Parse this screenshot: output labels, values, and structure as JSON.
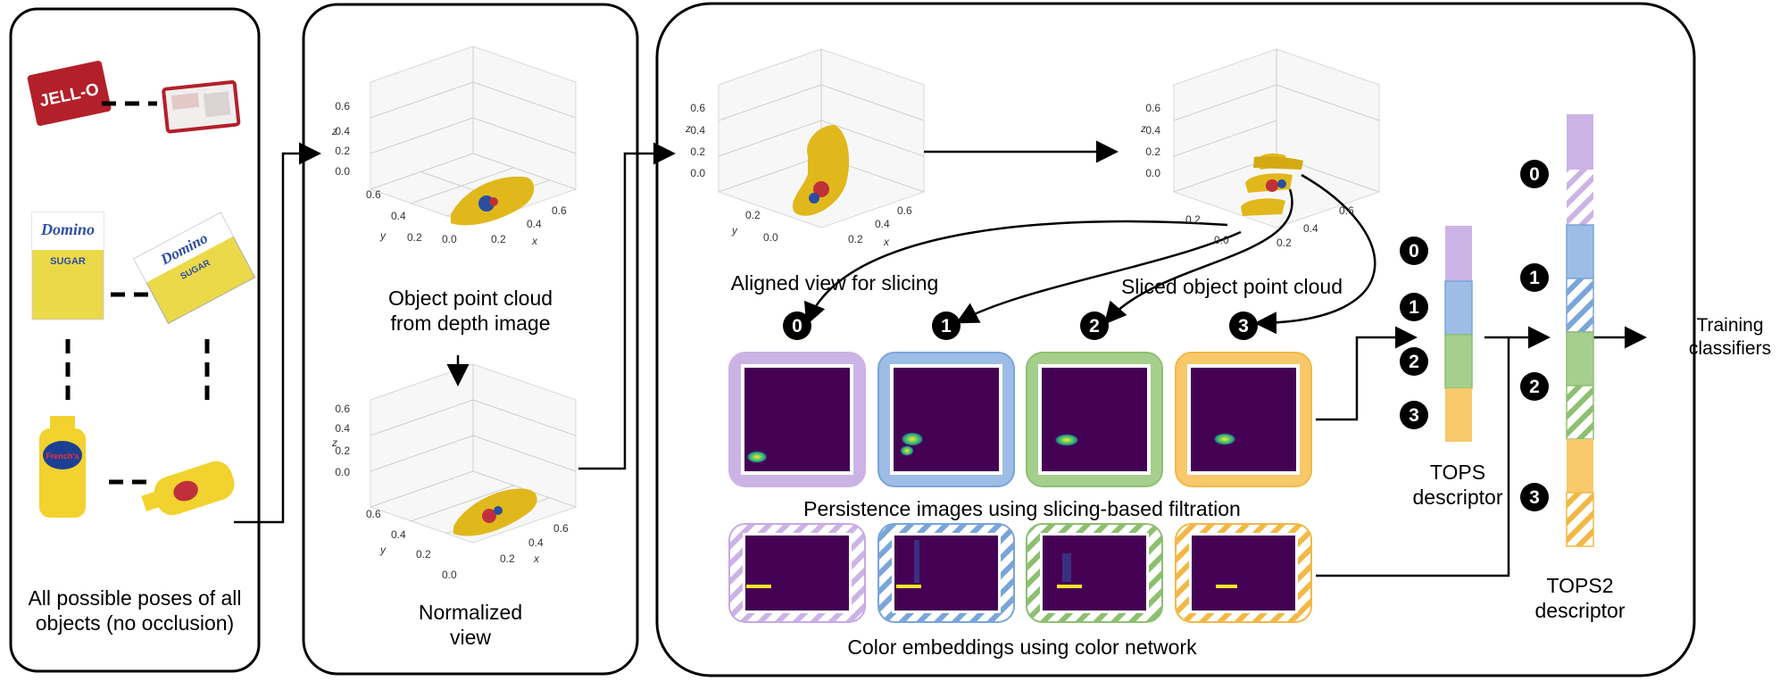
{
  "panel1": {
    "caption_line1": "All possible poses of all",
    "caption_line2": "objects (no occlusion)",
    "product_labels": [
      "JELL-O",
      "Domino",
      "SUGAR",
      "Domino",
      "SUGAR",
      "French's"
    ]
  },
  "panel2": {
    "caption_top_line1": "Object point cloud",
    "caption_top_line2": "from depth image",
    "caption_bottom_line1": "Normalized",
    "caption_bottom_line2": "view"
  },
  "panel3": {
    "aligned_caption": "Aligned view for slicing",
    "sliced_caption": "Sliced object point cloud",
    "persistence_caption": "Persistence images using slicing-based filtration",
    "color_caption": "Color embeddings using color network",
    "slice_numbers": [
      "0",
      "1",
      "2",
      "3"
    ]
  },
  "plot3d": {
    "z_ticks": [
      "0.6",
      "0.4",
      "0.2",
      "0.0"
    ],
    "y_ticks": [
      "0.6",
      "0.4",
      "0.2",
      "0.0"
    ],
    "x_ticks": [
      "0.6",
      "0.4",
      "0.2"
    ],
    "z_label": "z",
    "y_label": "y",
    "x_label": "x"
  },
  "tops": {
    "caption_line1": "TOPS",
    "caption_line2": "descriptor",
    "numbers": [
      "0",
      "1",
      "2",
      "3"
    ]
  },
  "tops2": {
    "caption_line1": "TOPS2",
    "caption_line2": "descriptor",
    "numbers": [
      "0",
      "1",
      "2",
      "3"
    ]
  },
  "output": {
    "line1": "Training",
    "line2": "classifiers"
  },
  "colors": {
    "slice0": "#ccb3e6",
    "slice1": "#9ebde6",
    "slice2": "#a6cf8e",
    "slice3": "#f7c96b",
    "slice0_border": "#c8a8e4",
    "slice1_border": "#7aa5d9",
    "slice2_border": "#8dbf70",
    "slice3_border": "#f2b845",
    "heatmap_bg": "#440154",
    "heatmap_hot": "#fde725",
    "heatmap_mid": "#21918c",
    "object_yellow": "#e0b81c"
  }
}
